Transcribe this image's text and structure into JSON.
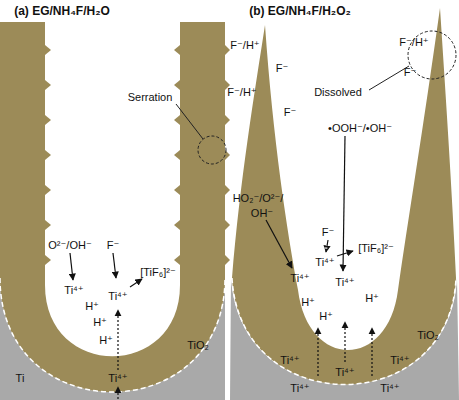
{
  "diagram": {
    "labels": [
      "(a) EG/NH₄F/H₂O",
      "Serration",
      "O²⁻/OH⁻",
      "F⁻",
      "Ti⁴⁺",
      "Ti⁴⁺",
      "[TiF₆]²⁻",
      "H⁺",
      "H⁺",
      "H⁺",
      "TiO₂",
      "Ti⁴⁺",
      "Ti",
      "(b) EG/NH₄F/H₂O₂",
      "F⁻/H⁺",
      "F⁻",
      "F⁻/H⁺",
      "F⁻",
      "F⁻/H⁺",
      "F⁻",
      "Dissolved",
      "•OOH⁻/•OH⁻",
      "HO₂⁻/O²⁻/",
      "OH⁻",
      "F⁻",
      "Ti⁴⁺",
      "[TiF₆]²⁻",
      "Ti⁴⁺",
      "Ti⁴⁺",
      "H⁺",
      "H⁺",
      "H⁺",
      "TiO₂",
      "Ti⁴⁺",
      "Ti⁴⁺",
      "Ti⁴⁺",
      "Ti⁴⁺",
      "Ti⁴⁺"
    ]
  }
}
